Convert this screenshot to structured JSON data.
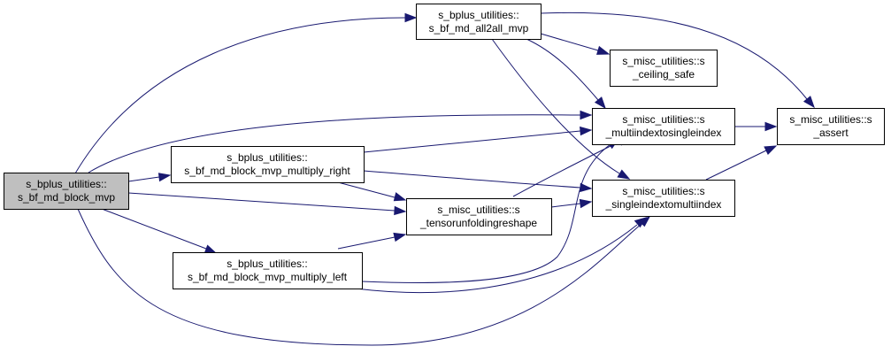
{
  "graph": {
    "edge_color": "#191970",
    "root_fill": "#bfbfbf",
    "nodes": [
      {
        "id": "root",
        "line1": "s_bplus_utilities::",
        "line2": "s_bf_md_block_mvp"
      },
      {
        "id": "all2all",
        "line1": "s_bplus_utilities::",
        "line2": "s_bf_md_all2all_mvp"
      },
      {
        "id": "right",
        "line1": "s_bplus_utilities::",
        "line2": "s_bf_md_block_mvp_multiply_right"
      },
      {
        "id": "left",
        "line1": "s_bplus_utilities::",
        "line2": "s_bf_md_block_mvp_multiply_left"
      },
      {
        "id": "tensor",
        "line1": "s_misc_utilities::s",
        "line2": "_tensorunfoldingreshape"
      },
      {
        "id": "ceiling",
        "line1": "s_misc_utilities::s",
        "line2": "_ceiling_safe"
      },
      {
        "id": "multi2single",
        "line1": "s_misc_utilities::s",
        "line2": "_multiindextosingleindex"
      },
      {
        "id": "single2multi",
        "line1": "s_misc_utilities::s",
        "line2": "_singleindextomultiindex"
      },
      {
        "id": "assert",
        "line1": "s_misc_utilities::s",
        "line2": "_assert"
      }
    ]
  }
}
